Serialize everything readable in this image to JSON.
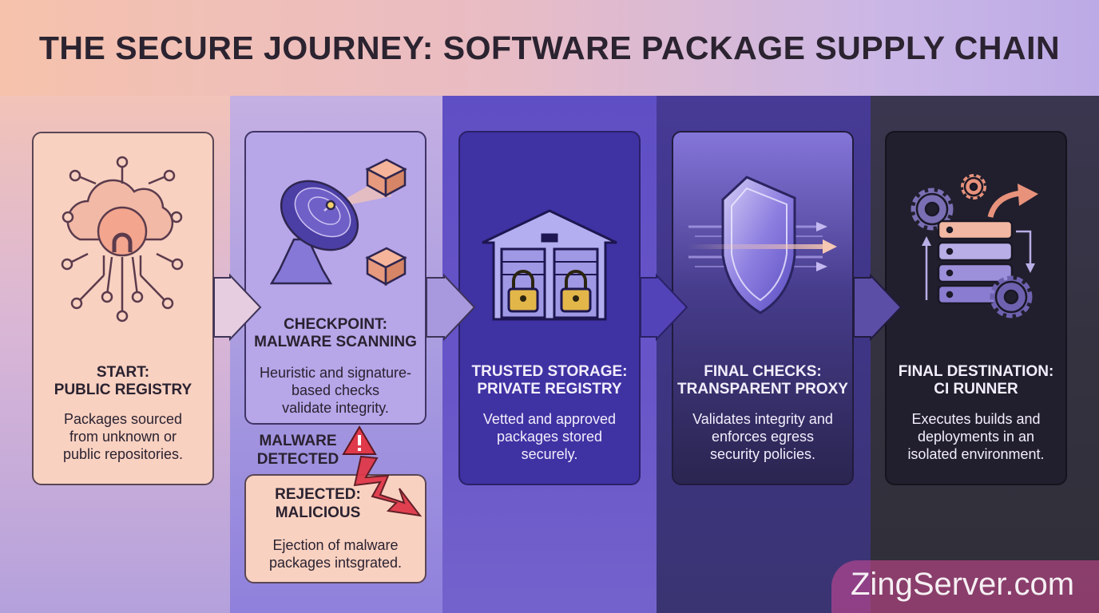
{
  "title": "THE SECURE JOURNEY: SOFTWARE PACKAGE SUPPLY CHAIN",
  "stages": [
    {
      "title_line1": "START:",
      "title_line2": "PUBLIC REGISTRY",
      "desc": [
        "Packages sourced",
        "from unknown or",
        "public repositories."
      ],
      "icon": "cloud-network-icon"
    },
    {
      "title_line1": "CHECKPOINT:",
      "title_line2": "MALWARE SCANNING",
      "desc": [
        "Heuristic and signature-",
        "based checks",
        "validate integrity."
      ],
      "icon": "radar-dish-icon"
    },
    {
      "title_line1": "TRUSTED STORAGE:",
      "title_line2": "PRIVATE REGISTRY",
      "desc": [
        "Vetted and approved",
        "packages stored",
        "securely."
      ],
      "icon": "locked-warehouse-icon"
    },
    {
      "title_line1": "FINAL CHECKS:",
      "title_line2": "TRANSPARENT PROXY",
      "desc": [
        "Validates integrity and",
        "enforces egress",
        "security policies."
      ],
      "icon": "shield-icon"
    },
    {
      "title_line1": "FINAL DESTINATION:",
      "title_line2": "CI RUNNER",
      "desc": [
        "Executes builds and",
        "deployments in an",
        "isolated environment."
      ],
      "icon": "server-gears-icon"
    }
  ],
  "malware_label": {
    "line1": "MALWARE",
    "line2": "DETECTED"
  },
  "rejected": {
    "title_line1": "REJECTED:",
    "title_line2": "MALICIOUS",
    "desc": [
      "Ejection of malware",
      "packages intsgrated."
    ]
  },
  "watermark": "ZingServer.com",
  "colors": {
    "danger": "#e0394a",
    "accent_peach": "#f3a98e",
    "accent_purple": "#6a55d0"
  }
}
